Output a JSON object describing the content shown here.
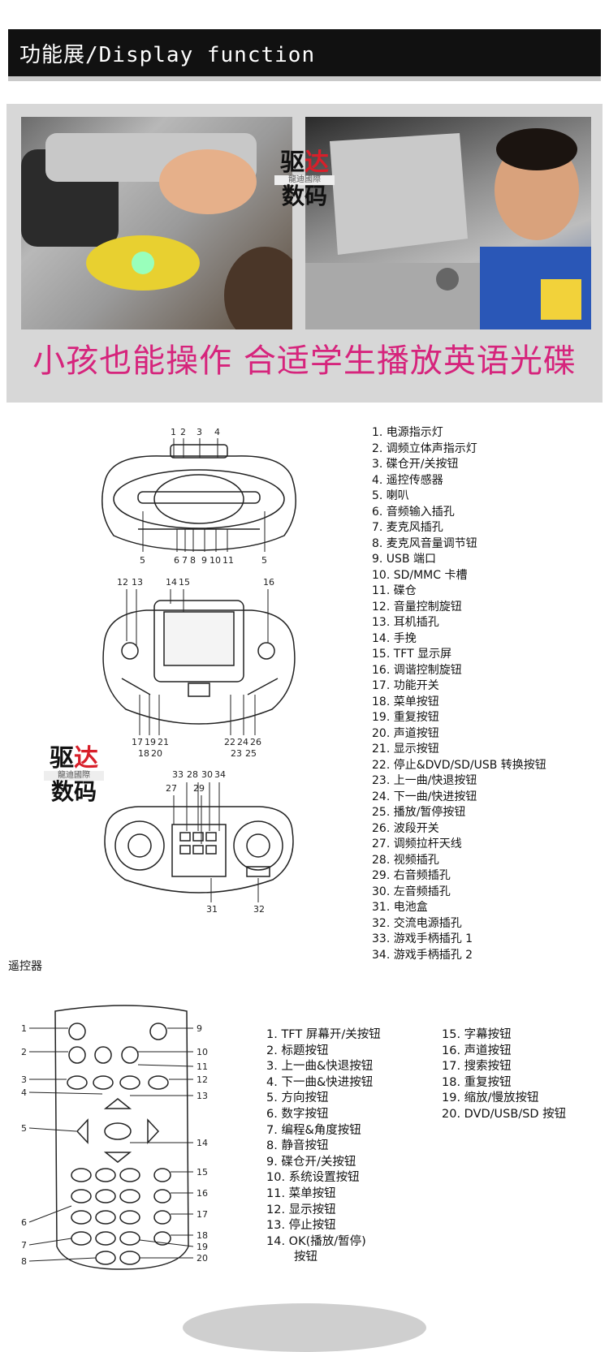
{
  "header": {
    "title": "功能展/Display function"
  },
  "photos": {
    "caption": "小孩也能操作  合适学生播放英语光碟"
  },
  "watermark": {
    "line1_a": "驱",
    "line1_b": "达",
    "line2": "龍迪國際",
    "line3": "数码"
  },
  "device_diagram": {
    "top_callouts": [
      "1",
      "2",
      "3",
      "4"
    ],
    "front_callouts": [
      "5",
      "6",
      "7",
      "8",
      "9",
      "10",
      "11",
      "5"
    ],
    "middle_callouts_top": [
      "12",
      "13",
      "14",
      "15",
      "16"
    ],
    "middle_callouts_bottom": [
      "17",
      "19",
      "21",
      "22",
      "24",
      "26",
      "18",
      "20",
      "23",
      "25"
    ],
    "back_callouts": [
      "33",
      "28",
      "30",
      "34",
      "27",
      "29",
      "31",
      "32"
    ]
  },
  "parts": [
    "1. 电源指示灯",
    "2. 调频立体声指示灯",
    "3. 碟仓开/关按钮",
    "4. 遥控传感器",
    "5. 喇叭",
    "6. 音频输入插孔",
    "7. 麦克风插孔",
    "8. 麦克风音量调节钮",
    "9. USB 端口",
    "10. SD/MMC 卡槽",
    "11. 碟仓",
    "12. 音量控制旋钮",
    "13. 耳机插孔",
    "14. 手挽",
    "15. TFT 显示屏",
    "16. 调谐控制旋钮",
    "17. 功能开关",
    "18. 菜单按钮",
    "19. 重复按钮",
    "20. 声道按钮",
    "21. 显示按钮",
    "22. 停止&DVD/SD/USB 转换按钮",
    "23. 上一曲/快退按钮",
    "24. 下一曲/快进按钮",
    "25. 播放/暂停按钮",
    "26. 波段开关",
    "27. 调频拉杆天线",
    "28. 视频插孔",
    "29. 右音频插孔",
    "30. 左音频插孔",
    "31. 电池盒",
    "32. 交流电源插孔",
    "33. 游戏手柄插孔 1",
    "34. 游戏手柄插孔 2"
  ],
  "remote": {
    "label": "遥控器",
    "left_callouts": [
      "1",
      "2",
      "3",
      "4",
      "5",
      "6",
      "7",
      "8"
    ],
    "right_callouts": [
      "9",
      "10",
      "11",
      "12",
      "13",
      "14",
      "15",
      "16",
      "17",
      "18",
      "19",
      "20"
    ],
    "list_a": [
      "1. TFT 屏幕开/关按钮",
      "2. 标题按钮",
      "3. 上一曲&快退按钮",
      "4. 下一曲&快进按钮",
      "5. 方向按钮",
      "6. 数字按钮",
      "7. 编程&角度按钮",
      "8. 静音按钮",
      "9. 碟仓开/关按钮",
      "10. 系统设置按钮",
      "11. 菜单按钮",
      "12. 显示按钮",
      "13. 停止按钮",
      "14. OK(播放/暂停)",
      "按钮"
    ],
    "list_b": [
      "15. 字幕按钮",
      "16. 声道按钮",
      "17. 搜索按钮",
      "18. 重复按钮",
      "19. 缩放/慢放按钮",
      "20. DVD/USB/SD 按钮"
    ]
  }
}
